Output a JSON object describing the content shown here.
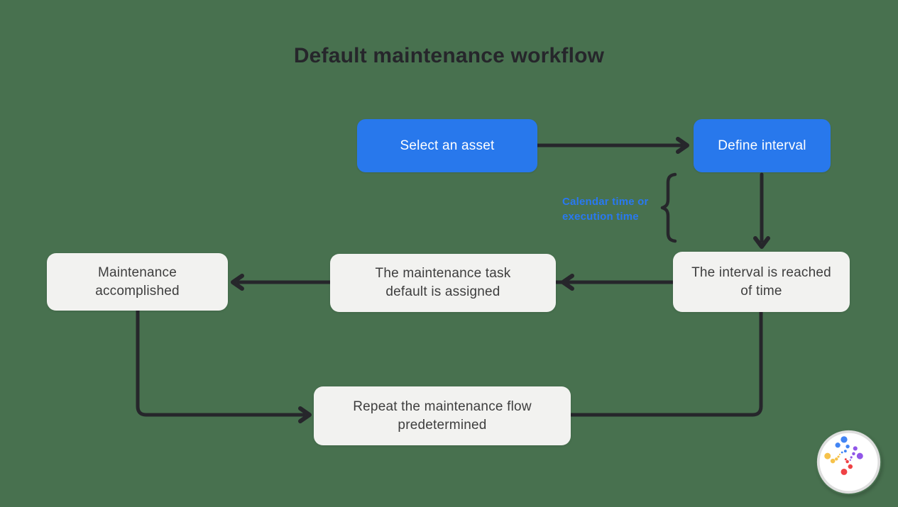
{
  "title": "Default maintenance workflow",
  "colors": {
    "background": "#48714F",
    "line": "#26262B",
    "node_blue": "#2878EC",
    "node_blue_text": "#FFFFFF",
    "node_light": "#F2F2F0",
    "node_light_text": "#3E3E3E",
    "annotation_blue": "#2979F2",
    "logo_ring": "#DEDEDE",
    "logo_face": "#FFFFFF",
    "logo_blue": "#4285F4",
    "logo_purple": "#9156E8",
    "logo_red": "#EF4245",
    "logo_yellow": "#F6C24A"
  },
  "nodes": {
    "select_asset": {
      "label": "Select an asset"
    },
    "define_interval": {
      "label": "Define interval"
    },
    "interval_reached": {
      "label": "The interval is reached\nof time"
    },
    "task_assigned": {
      "label": "The maintenance task\ndefault is assigned"
    },
    "accomplished": {
      "label": "Maintenance\naccomplished"
    },
    "repeat_flow": {
      "label": "Repeat the maintenance flow\npredetermined"
    }
  },
  "annotation": {
    "label": "Calendar time or\nexecution time"
  },
  "logo": {
    "name": "dotted-spiral-logo"
  }
}
